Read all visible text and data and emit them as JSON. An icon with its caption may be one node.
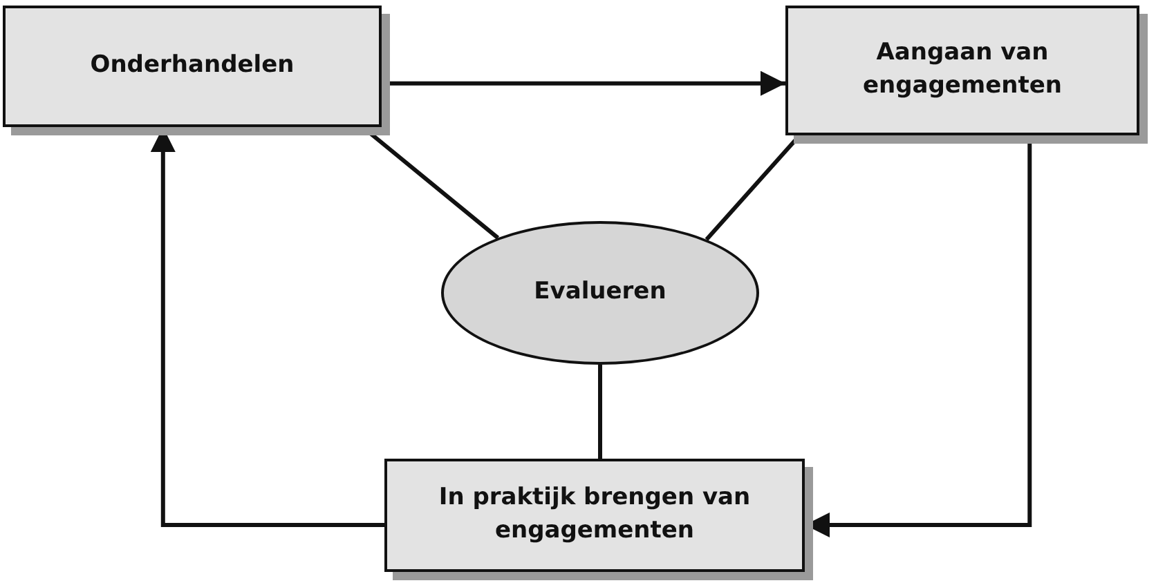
{
  "diagram": {
    "nodes": [
      {
        "text": [
          "Onderhandelen"
        ]
      },
      {
        "text": [
          "Aangaan van engagementen"
        ]
      },
      {
        "text": [
          "Evalueren"
        ]
      },
      {
        "text": [
          "In praktijk brengen van engagementen"
        ]
      }
    ],
    "edges": [
      {
        "from": 0,
        "to": 1,
        "arrow": "to"
      },
      {
        "from": 1,
        "to": 3,
        "arrow": "to"
      },
      {
        "from": 3,
        "to": 0,
        "arrow": "to"
      },
      {
        "from": 0,
        "to": 2,
        "arrow": "none"
      },
      {
        "from": 1,
        "to": 2,
        "arrow": "none"
      },
      {
        "from": 2,
        "to": 3,
        "arrow": "none"
      }
    ]
  }
}
